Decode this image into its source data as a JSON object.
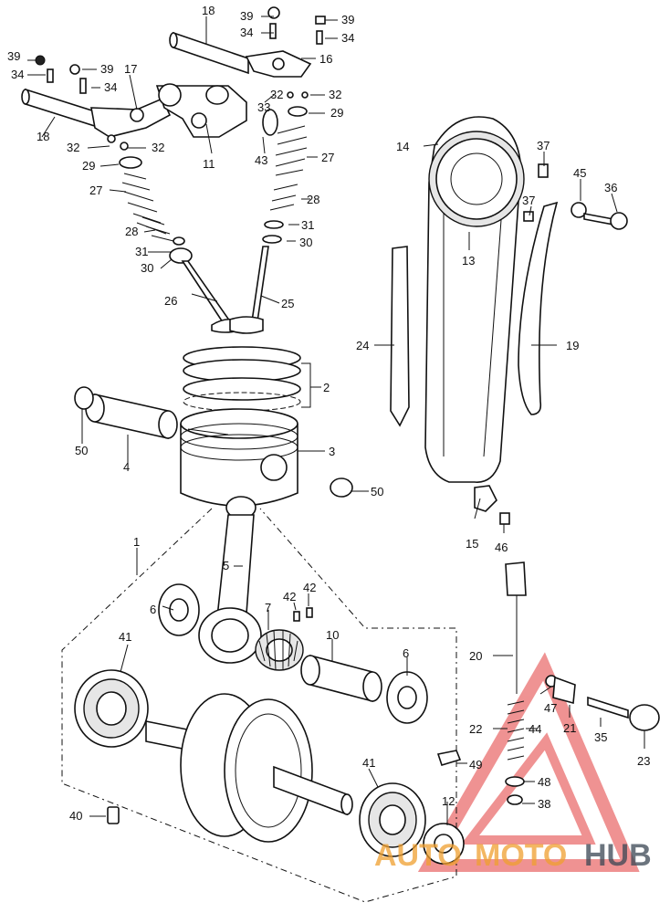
{
  "callouts": {
    "c1": "1",
    "c2": "2",
    "c3": "3",
    "c4": "4",
    "c5": "5",
    "c6a": "6",
    "c6b": "6",
    "c7": "7",
    "c10": "10",
    "c11": "11",
    "c12": "12",
    "c13": "13",
    "c14": "14",
    "c15": "15",
    "c16": "16",
    "c17": "17",
    "c18a": "18",
    "c18b": "18",
    "c19": "19",
    "c20": "20",
    "c21": "21",
    "c22": "22",
    "c23": "23",
    "c24": "24",
    "c25": "25",
    "c26": "26",
    "c27a": "27",
    "c27b": "27",
    "c28a": "28",
    "c28b": "28",
    "c29a": "29",
    "c29b": "29",
    "c30a": "30",
    "c30b": "30",
    "c31a": "31",
    "c31b": "31",
    "c32a": "32",
    "c32b": "32",
    "c32c": "32",
    "c32d": "32",
    "c33": "33",
    "c34a": "34",
    "c34b": "34",
    "c34c": "34",
    "c34d": "34",
    "c35": "35",
    "c36": "36",
    "c37a": "37",
    "c37b": "37",
    "c38": "38",
    "c39a": "39",
    "c39b": "39",
    "c39c": "39",
    "c39d": "39",
    "c40": "40",
    "c41a": "41",
    "c41b": "41",
    "c42a": "42",
    "c42b": "42",
    "c43": "43",
    "c44": "44",
    "c45": "45",
    "c46": "46",
    "c47": "47",
    "c48": "48",
    "c49": "49",
    "c50a": "50",
    "c50b": "50"
  },
  "watermark": {
    "part1": "AUTO",
    "part2": "MOTO",
    "part3": "HUB"
  },
  "colors": {
    "ink": "#111111",
    "watermark_red": "#e23a3a",
    "watermark_orange": "#f0a030",
    "watermark_gray": "#3a4654"
  }
}
